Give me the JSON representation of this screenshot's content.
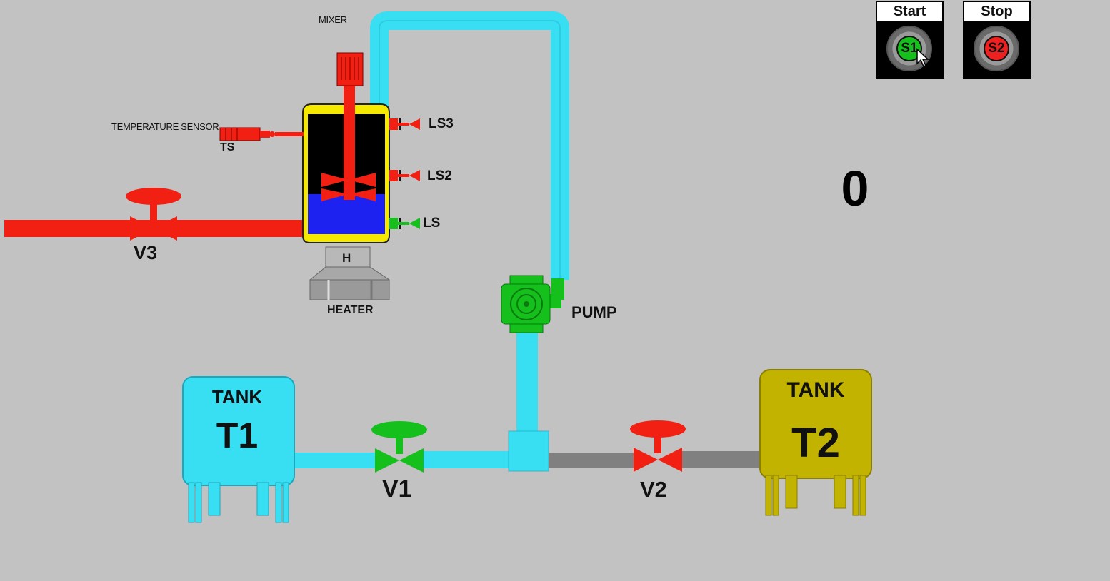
{
  "labels": {
    "mixer": "MIXER",
    "temperature_sensor": "TEMPERATURE SENSOR",
    "ts": "TS",
    "ls3": "LS3",
    "ls2": "LS2",
    "ls": "LS",
    "heater_mark": "H",
    "heater": "HEATER",
    "pump": "PUMP",
    "v1": "V1",
    "v2": "V2",
    "v3": "V3"
  },
  "tanks": {
    "t1": {
      "title": "TANK",
      "name": "T1",
      "color": "#38dff3"
    },
    "t2": {
      "title": "TANK",
      "name": "T2",
      "color": "#c2b300"
    }
  },
  "buttons": {
    "start": {
      "label": "Start",
      "lamp": "S1",
      "color": "#15c01c"
    },
    "stop": {
      "label": "Stop",
      "lamp": "S2",
      "color": "#f02020"
    }
  },
  "counter": "0",
  "colors": {
    "background": "#c2c2c2",
    "water_pipe": "#38dff3",
    "hot_pipe": "#f22012",
    "idle_pipe": "#808080",
    "active_green": "#15c01c",
    "inactive_red": "#f22012",
    "reactor_fill": "#1e22f0"
  }
}
